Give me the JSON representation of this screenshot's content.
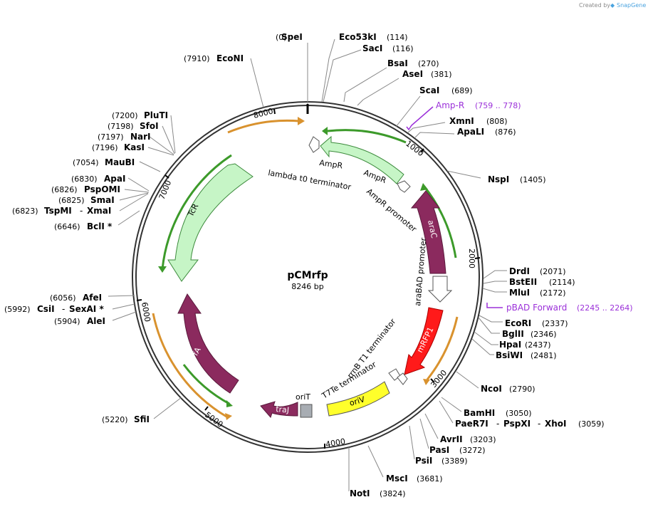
{
  "credit": {
    "prefix": "Created by",
    "brand": "SnapGene"
  },
  "plasmid": {
    "name": "pCMrfp",
    "size_label": "8246 bp",
    "length": 8246
  },
  "ticks": [
    "1000",
    "2000",
    "3000",
    "4000",
    "5000",
    "6000",
    "7000",
    "8000"
  ],
  "sites": [
    {
      "id": "spei",
      "pos": "(0)",
      "name": "SpeI"
    },
    {
      "id": "eco53ki",
      "pos": "(114)",
      "name": "Eco53kI"
    },
    {
      "id": "saci",
      "pos": "(116)",
      "name": "SacI"
    },
    {
      "id": "bsai",
      "pos": "(270)",
      "name": "BsaI"
    },
    {
      "id": "asei",
      "pos": "(381)",
      "name": "AseI"
    },
    {
      "id": "scai",
      "pos": "(689)",
      "name": "ScaI"
    },
    {
      "id": "xmni",
      "pos": "(808)",
      "name": "XmnI"
    },
    {
      "id": "apali",
      "pos": "(876)",
      "name": "ApaLI"
    },
    {
      "id": "nspi",
      "pos": "(1405)",
      "name": "NspI"
    },
    {
      "id": "drdi",
      "pos": "(2071)",
      "name": "DrdI"
    },
    {
      "id": "bsteii",
      "pos": "(2114)",
      "name": "BstEII"
    },
    {
      "id": "mlui",
      "pos": "(2172)",
      "name": "MluI"
    },
    {
      "id": "ecori",
      "pos": "(2337)",
      "name": "EcoRI"
    },
    {
      "id": "bglii",
      "pos": "(2346)",
      "name": "BglII"
    },
    {
      "id": "hpai",
      "pos": "(2437)",
      "name": "HpaI"
    },
    {
      "id": "bsiwi",
      "pos": "(2481)",
      "name": "BsiWI"
    },
    {
      "id": "ncoi",
      "pos": "(2790)",
      "name": "NcoI"
    },
    {
      "id": "bamhi",
      "pos": "(3050)",
      "name": "BamHI"
    },
    {
      "id": "avrii",
      "pos": "(3203)",
      "name": "AvrII"
    },
    {
      "id": "pasi",
      "pos": "(3272)",
      "name": "PasI"
    },
    {
      "id": "psii",
      "pos": "(3389)",
      "name": "PsiI"
    },
    {
      "id": "msci",
      "pos": "(3681)",
      "name": "MscI"
    },
    {
      "id": "noti",
      "pos": "(3824)",
      "name": "NotI"
    },
    {
      "id": "sfii",
      "pos": "(5220)",
      "name": "SfiI"
    },
    {
      "id": "alei",
      "pos": "(5904)",
      "name": "AleI"
    },
    {
      "id": "afei",
      "pos": "(6056)",
      "name": "AfeI"
    },
    {
      "id": "bcli",
      "pos": "(6646)",
      "name": "BclI *"
    },
    {
      "id": "smai",
      "pos": "(6825)",
      "name": "SmaI"
    },
    {
      "id": "pspomi",
      "pos": "(6826)",
      "name": "PspOMI"
    },
    {
      "id": "apai",
      "pos": "(6830)",
      "name": "ApaI"
    },
    {
      "id": "maubi",
      "pos": "(7054)",
      "name": "MauBI"
    },
    {
      "id": "kasi",
      "pos": "(7196)",
      "name": "KasI"
    },
    {
      "id": "nari",
      "pos": "(7197)",
      "name": "NarI"
    },
    {
      "id": "sfoi",
      "pos": "(7198)",
      "name": "SfoI"
    },
    {
      "id": "plutI",
      "pos": "(7200)",
      "name": "PluTI"
    },
    {
      "id": "econi",
      "pos": "(7910)",
      "name": "EcoNI"
    }
  ],
  "multi_sites": [
    {
      "id": "paer7i",
      "pos": "(3059)",
      "names": [
        "PaeR7I",
        "PspXI",
        "XhoI"
      ],
      "sep": "-"
    },
    {
      "id": "csii",
      "pos": "(5992)",
      "names": [
        "CsiI",
        "SexAI *"
      ],
      "sep": "-"
    },
    {
      "id": "tspmi",
      "pos": "(6823)",
      "names": [
        "TspMI",
        "XmaI"
      ],
      "sep": "-"
    }
  ],
  "primers": [
    {
      "id": "ampr-primer",
      "name": "Amp-R",
      "range": "(759 .. 778)"
    },
    {
      "id": "pbad-primer",
      "name": "pBAD Forward",
      "range": "(2245 .. 2264)"
    }
  ],
  "features": {
    "ampr": "AmpR",
    "ampr_promoter": "AmpR promoter",
    "lambda_t0": "lambda t0 terminator",
    "arac": "araC",
    "arabad_promoter": "araBAD promoter",
    "mrfp1": "mRFP1",
    "rrnb_t1": "rrnB T1 terminator",
    "t7te": "T7Te terminator",
    "oriv": "oriV",
    "orit": "oriT",
    "traj": "traJ",
    "trfa": "trfA",
    "tcr": "TcR"
  },
  "colors": {
    "resistance": "#c6f5c6",
    "resistance_stroke": "#3c8a3c",
    "regulator": "#8b2a5e",
    "rfp": "#ff1a1a",
    "origin": "#ffff2b",
    "orit_gray": "#a8adb3",
    "orf_orange": "#d9922e",
    "orf_green": "#3c9a2a",
    "primer_purple": "#9b30d9",
    "backbone": "#333333"
  }
}
